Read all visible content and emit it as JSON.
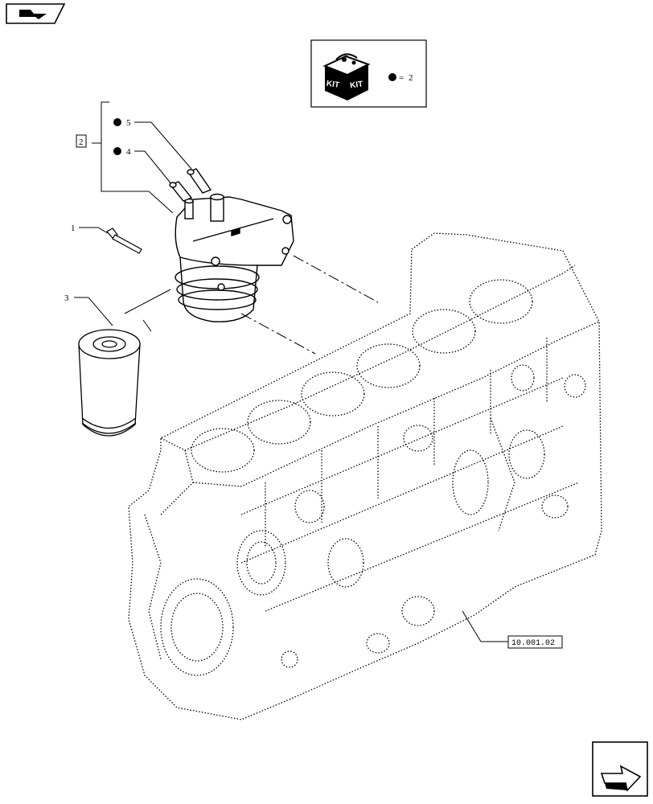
{
  "kit_legend": {
    "box_label_left": "KIT",
    "box_label_right": "KIT",
    "equals": "=",
    "value": "2"
  },
  "callouts": {
    "group_ref": "2",
    "item_1": "1",
    "item_3": "3",
    "item_4": "4",
    "item_5": "5"
  },
  "reference": "10.001.02",
  "icons": {
    "top_left": "nav-back-icon",
    "bottom_right": "next-page-arrow-icon"
  },
  "colors": {
    "line": "#000000",
    "background": "#ffffff"
  }
}
